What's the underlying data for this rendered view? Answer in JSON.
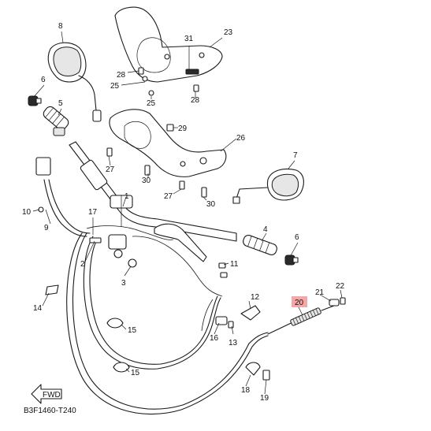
{
  "diagram_code": "B3F1460-T240",
  "fwd_label": "FWD",
  "colors": {
    "highlight": "#f4a7a7",
    "line": "#1a1a1a"
  },
  "callouts": {
    "c1": "1",
    "c2": "2",
    "c3": "3",
    "c4": "4",
    "c5": "5",
    "c6a": "6",
    "c6b": "6",
    "c7": "7",
    "c8": "8",
    "c9": "9",
    "c10": "10",
    "c11": "11",
    "c12": "12",
    "c13": "13",
    "c14": "14",
    "c15a": "15",
    "c15b": "15",
    "c16": "16",
    "c17": "17",
    "c18": "18",
    "c19": "19",
    "c20": "20",
    "c21": "21",
    "c22": "22",
    "c23": "23",
    "c25a": "25",
    "c25b": "25",
    "c26": "26",
    "c27a": "27",
    "c27b": "27",
    "c28a": "28",
    "c28b": "28",
    "c29": "29",
    "c30a": "30",
    "c30b": "30",
    "c31": "31"
  },
  "highlighted_part": "20"
}
